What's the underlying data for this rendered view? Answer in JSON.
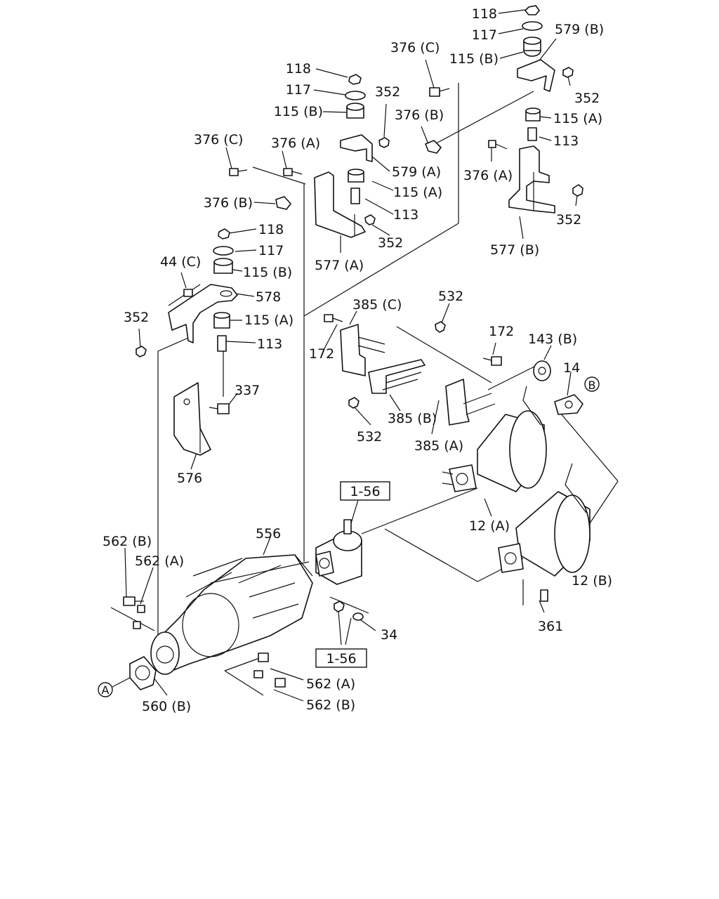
{
  "labels": {
    "l118a": "118",
    "l117a": "117",
    "l579b": "579 (B)",
    "l376c_r": "376 (C)",
    "l115b_r": "115 (B)",
    "l352_r1": "352",
    "l376b_r": "376 (B)",
    "l115a_r": "115 (A)",
    "l113_r": "113",
    "l376a_r": "376 (A)",
    "l352_r2": "352",
    "l577b": "577 (B)",
    "l118b": "118",
    "l117b": "117",
    "l115b_m": "115 (B)",
    "l352_m1": "352",
    "l376c_l": "376 (C)",
    "l376a_l": "376 (A)",
    "l579a": "579 (A)",
    "l115a_m": "115 (A)",
    "l376b_l": "376 (B)",
    "l113_m": "113",
    "l352_m2": "352",
    "l577a": "577 (A)",
    "l118c": "118",
    "l117c": "117",
    "l44c": "44 (C)",
    "l115b_l": "115 (B)",
    "l578": "578",
    "l352_l": "352",
    "l115a_l": "115 (A)",
    "l113_l": "113",
    "l337": "337",
    "l576": "576",
    "l385c": "385 (C)",
    "l532a": "532",
    "l172a": "172",
    "l172b": "172",
    "l143b": "143 (B)",
    "l14": "14",
    "lB": "B",
    "l532b": "532",
    "l385b": "385 (B)",
    "l385a": "385 (A)",
    "l156a": "1-56",
    "l556": "556",
    "l12a": "12 (A)",
    "l12b": "12 (B)",
    "l562b_t": "562 (B)",
    "l562a_t": "562 (A)",
    "l34": "34",
    "l156b": "1-56",
    "l361": "361",
    "lA": "A",
    "l560b": "560 (B)",
    "l562a_b": "562 (A)",
    "l562b_b": "562 (B)"
  }
}
